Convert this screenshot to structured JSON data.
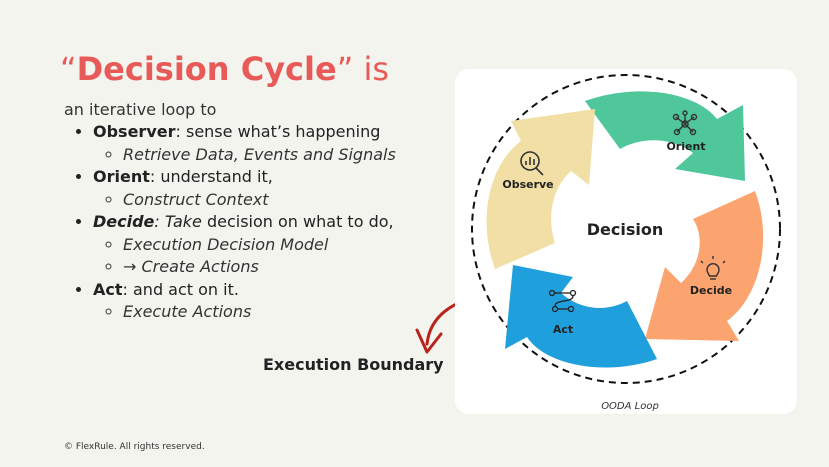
{
  "title": {
    "open_quote": "“",
    "main": "Decision Cycle",
    "close_quote": "”",
    "rest": " is"
  },
  "intro": "an iterative loop to",
  "items": [
    {
      "term": "Observer",
      "desc": ": sense what’s happening",
      "sub": [
        "Retrieve Data, Events and Signals"
      ]
    },
    {
      "term": "Orient",
      "desc": ": understand it,",
      "sub": [
        "Construct Context"
      ]
    },
    {
      "term": "Decide",
      "desc_italic": ": Take",
      "desc": " decision on what to do,",
      "sub": [
        "Execution Decision Model",
        "→ Create Actions"
      ]
    },
    {
      "term": "Act",
      "desc": ": and act on it.",
      "sub": [
        "Execute Actions"
      ]
    }
  ],
  "execution_boundary": "Execution Boundary",
  "diagram": {
    "center": "Decision",
    "caption": "OODA Loop",
    "phases": {
      "observe": {
        "label": "Observe",
        "color": "#f1dfa6",
        "icon": "magnifier-chart-icon"
      },
      "orient": {
        "label": "Orient",
        "color": "#4fc79a",
        "icon": "network-nodes-icon"
      },
      "decide": {
        "label": "Decide",
        "color": "#fba46f",
        "icon": "lightbulb-icon"
      },
      "act": {
        "label": "Act",
        "color": "#1f9fdb",
        "icon": "workflow-icon"
      }
    },
    "arrow_color": "#b8231c"
  },
  "footer": "© FlexRule. All rights reserved."
}
